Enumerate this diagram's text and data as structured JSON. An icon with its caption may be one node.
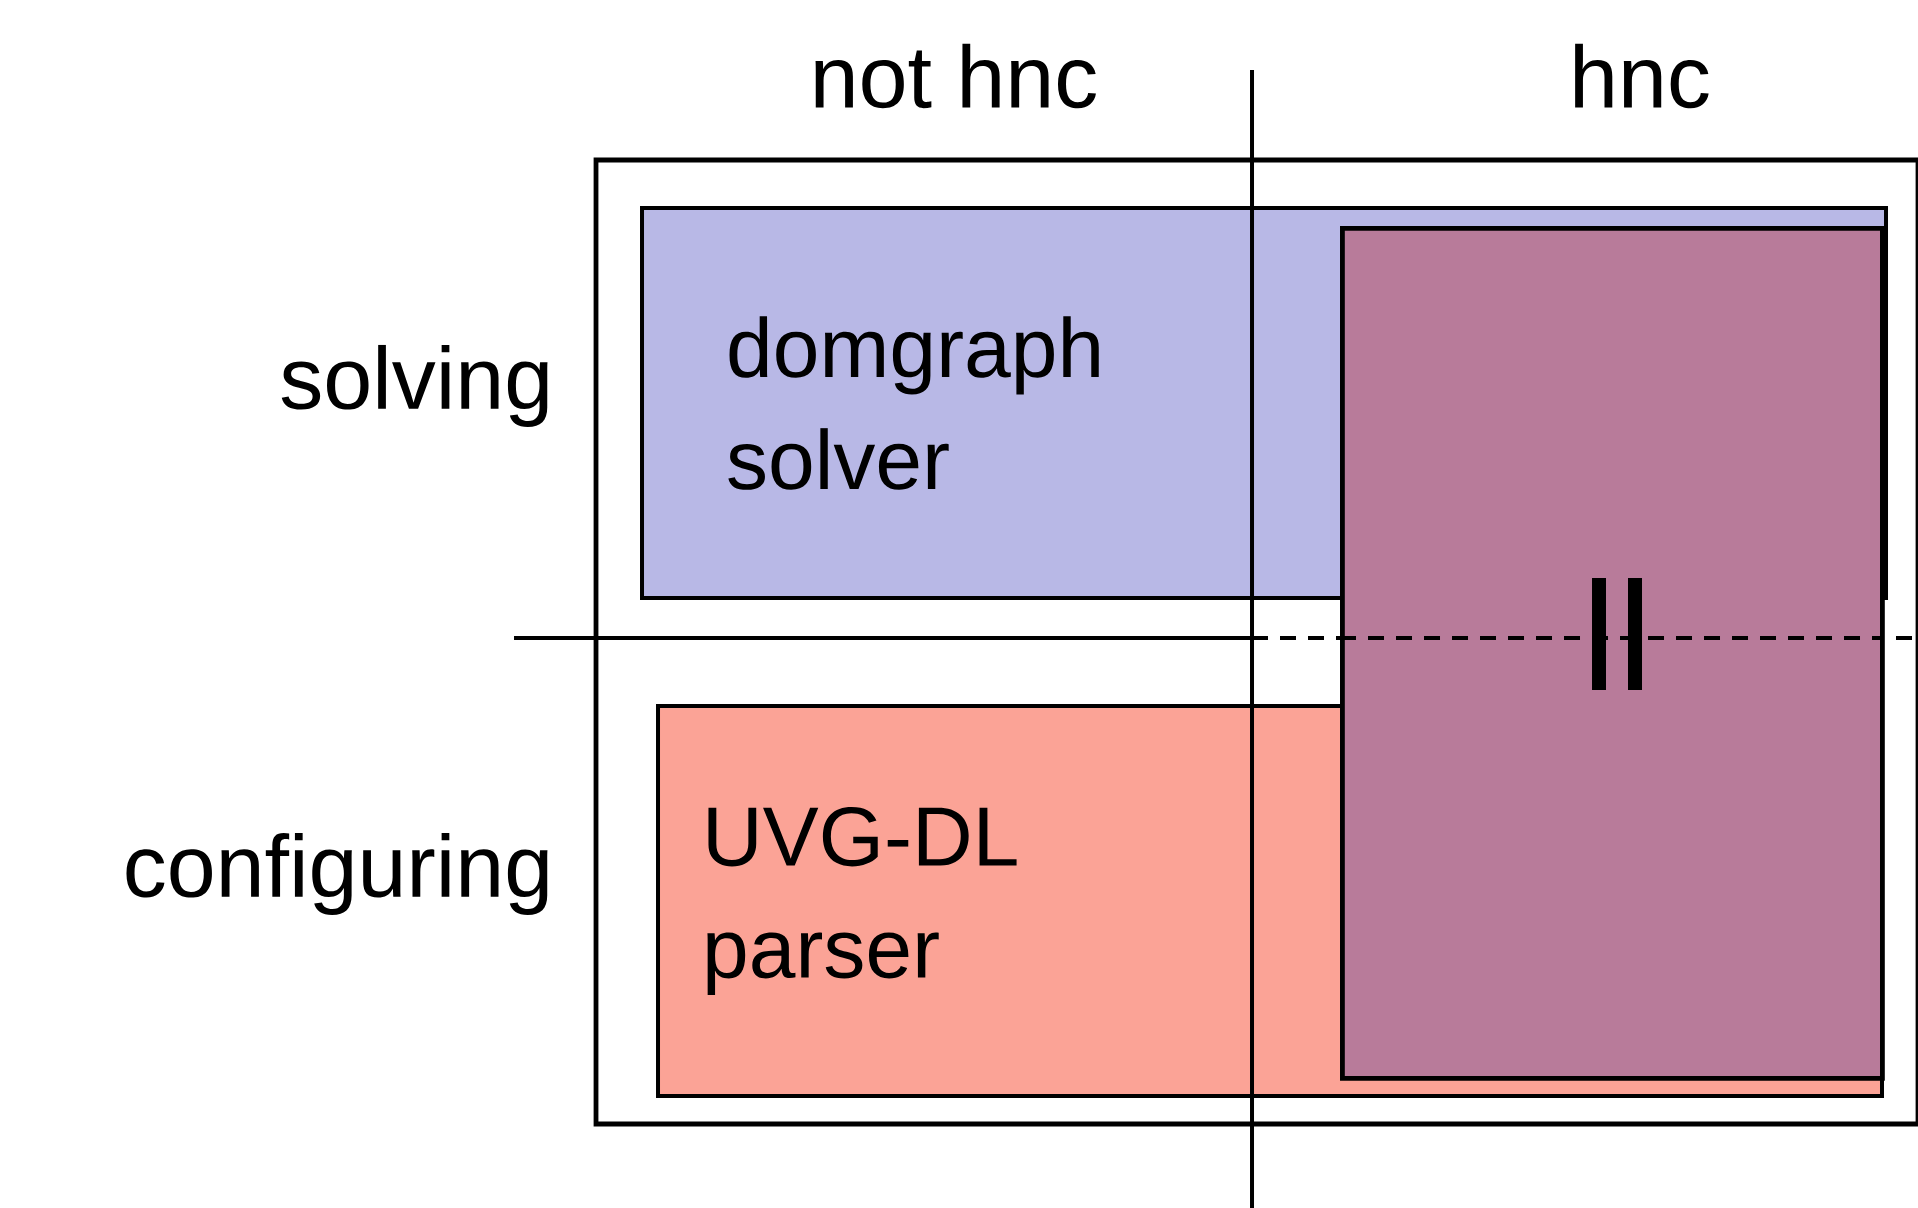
{
  "diagram": {
    "nodes": [
      {
        "text": [
          "domgraph solver"
        ]
      },
      {
        "text": [],
        "shape": "box"
      },
      {
        "text": [
          "UVG-DL parser"
        ]
      }
    ],
    "labels": [
      "not hnc",
      "hnc",
      "solving",
      "configuring"
    ]
  }
}
